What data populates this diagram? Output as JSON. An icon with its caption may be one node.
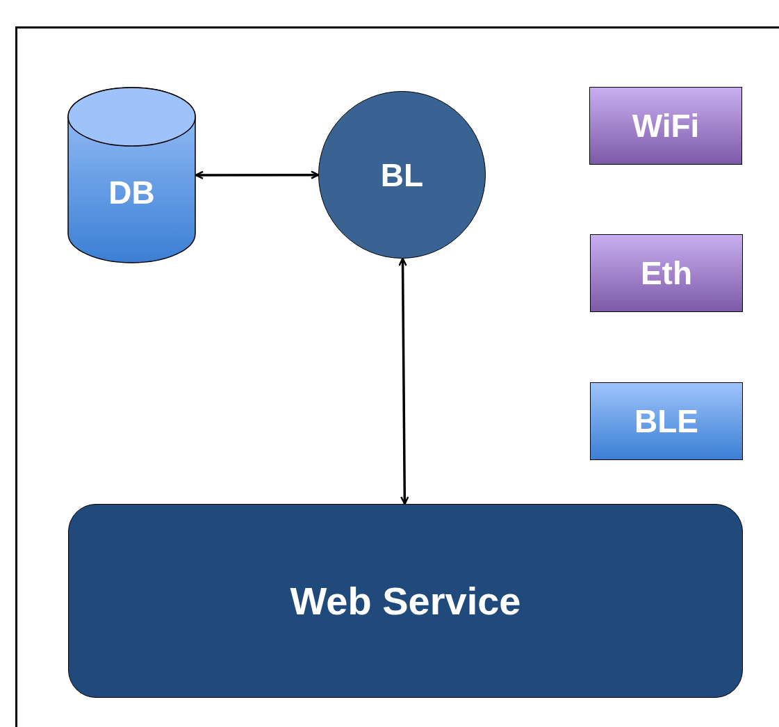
{
  "diagram": {
    "nodes": [
      {
        "text": [],
        "shape": "box"
      },
      {
        "text": [
          "DB"
        ],
        "in": 0
      },
      {
        "text": [
          "BL"
        ],
        "in": 0
      },
      {
        "text": [
          "WiFi"
        ],
        "in": 0
      },
      {
        "text": [
          "Eth"
        ],
        "in": 0
      },
      {
        "text": [
          "BLE"
        ],
        "in": 0
      },
      {
        "text": [
          "Web Service"
        ],
        "in": 0
      }
    ],
    "edges": [
      {
        "from": 1,
        "to": 2,
        "arrow": "both"
      },
      {
        "from": 2,
        "to": 6,
        "arrow": "both"
      }
    ]
  }
}
